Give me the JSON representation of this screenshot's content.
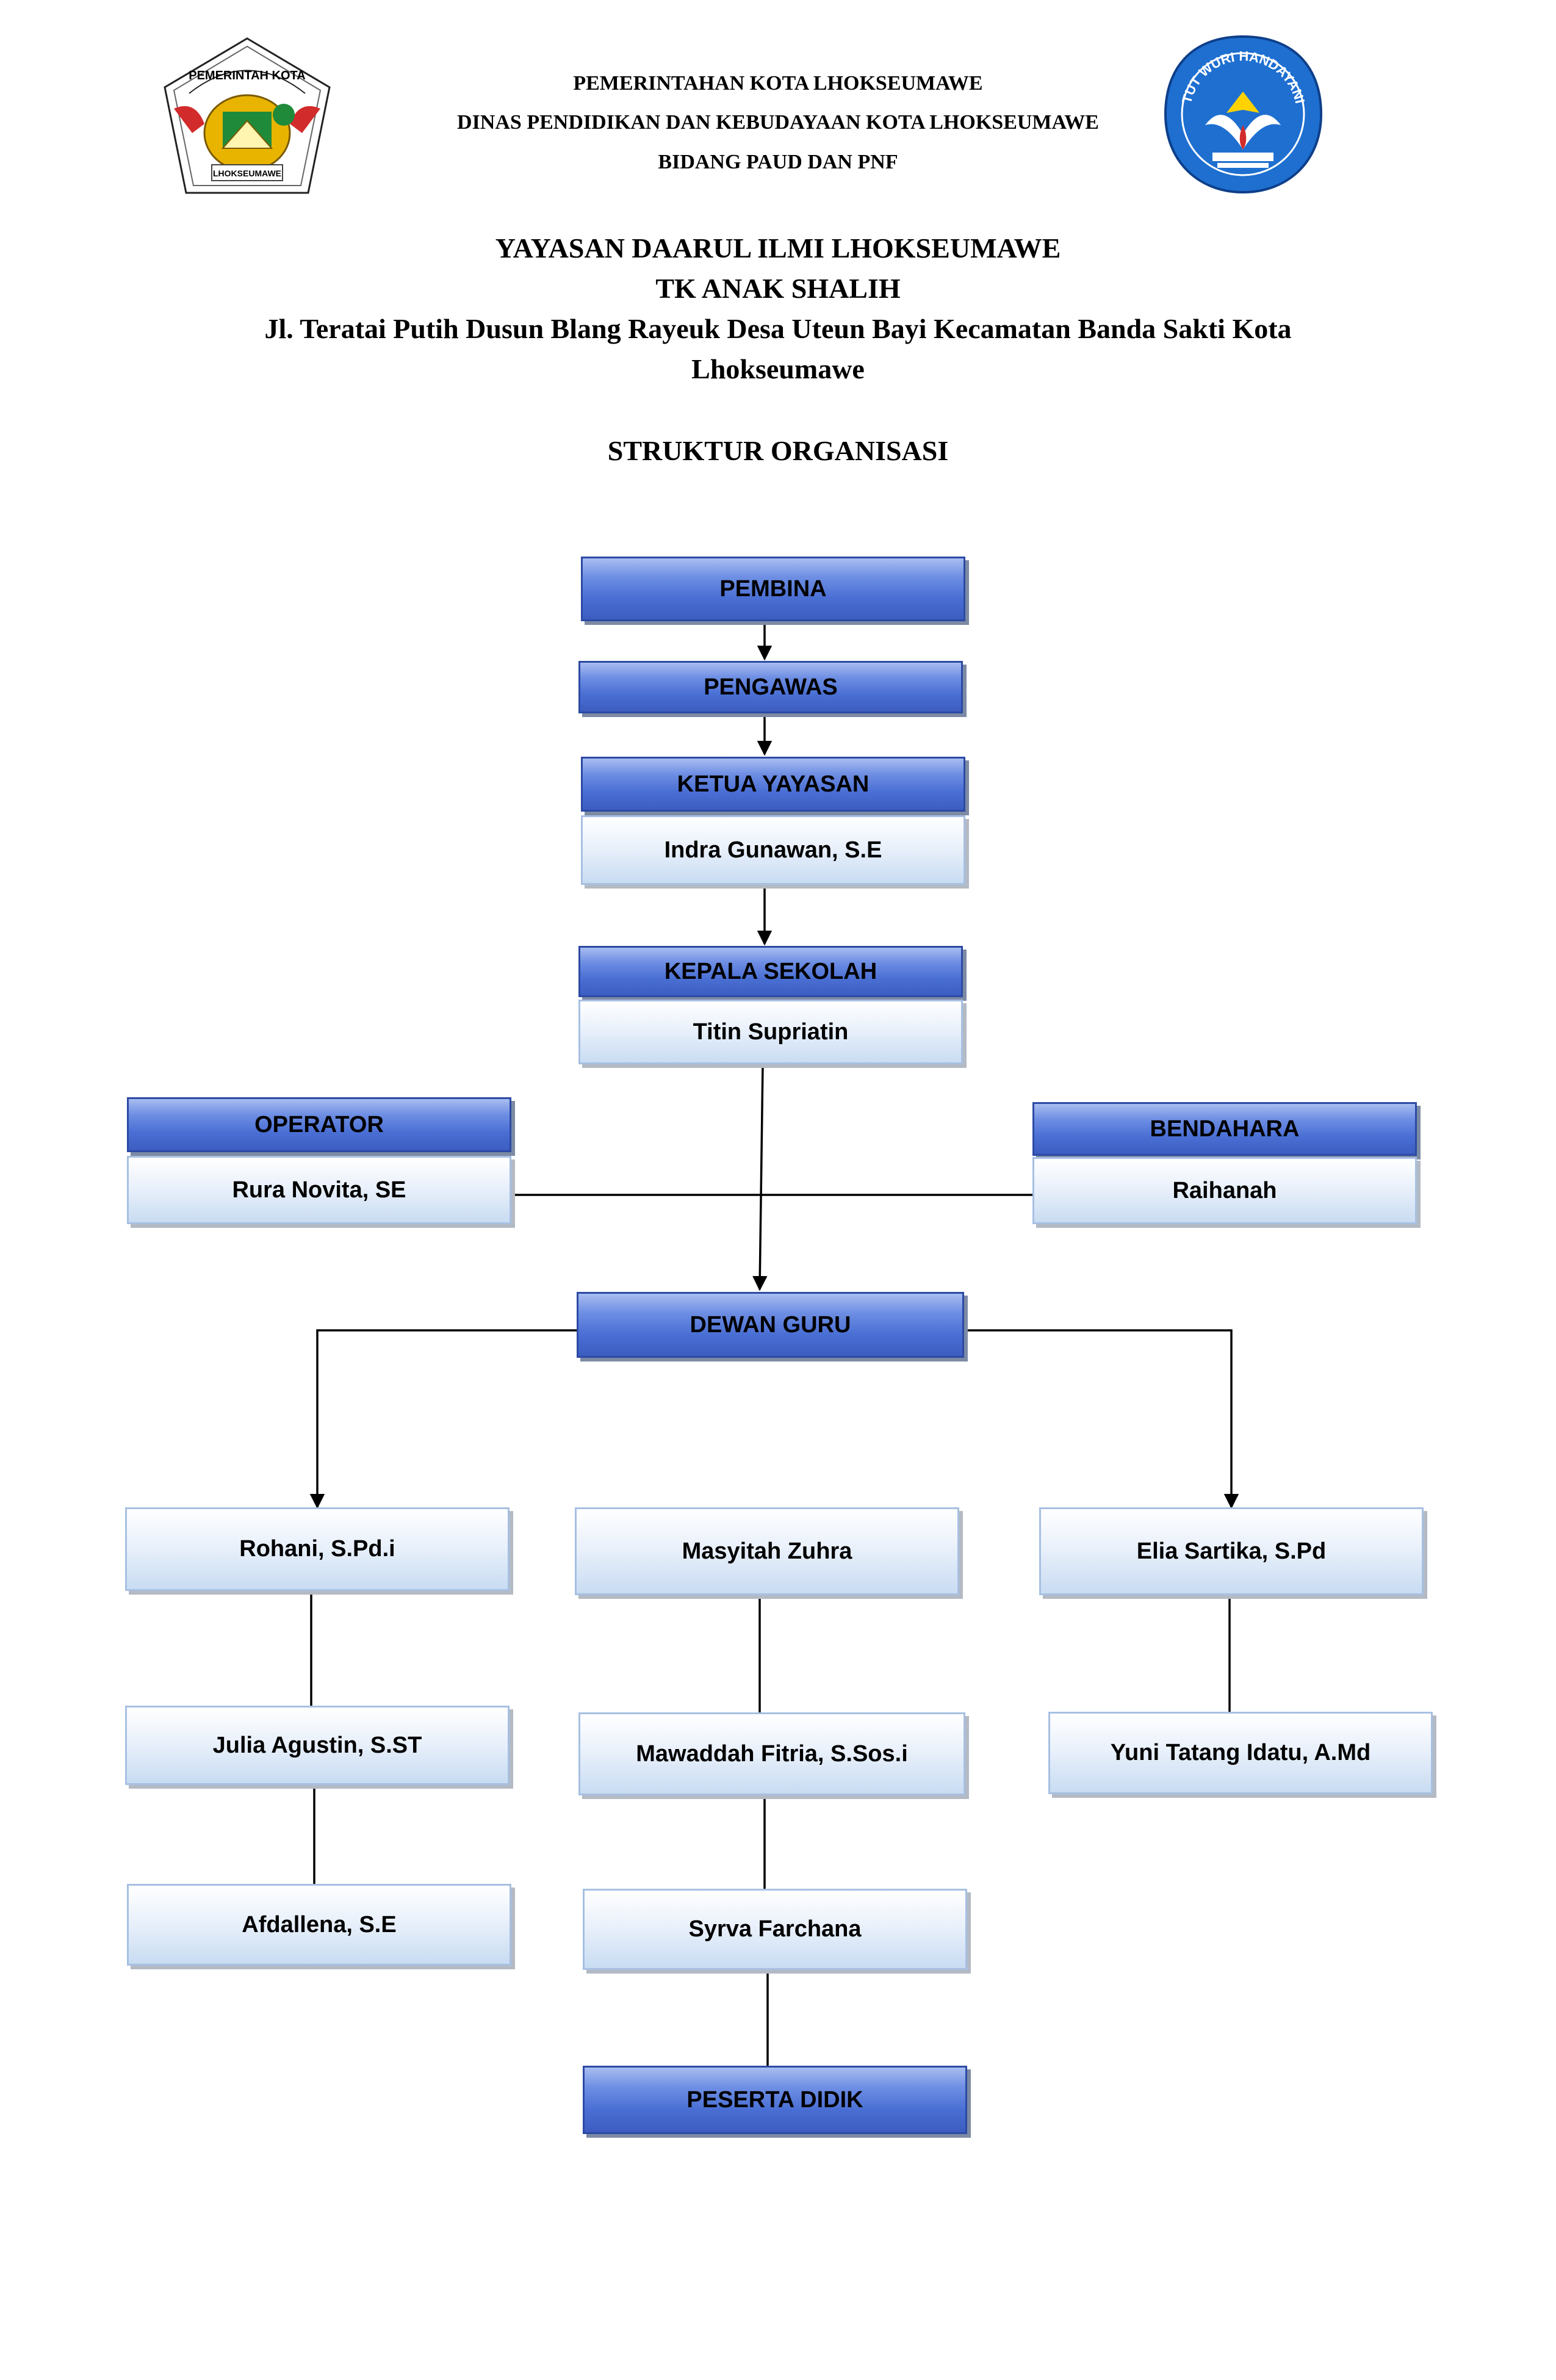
{
  "header": {
    "line1": "PEMERINTAHAN KOTA LHOKSEUMAWE",
    "line2": "DINAS PENDIDIKAN DAN KEBUDAYAAN KOTA LHOKSEUMAWE",
    "line3": "BIDANG PAUD DAN PNF",
    "org_name": "YAYASAN DAARUL ILMI LHOKSEUMAWE",
    "school": "TK ANAK SHALIH",
    "address_line1": "Jl. Teratai Putih Dusun Blang Rayeuk Desa Uteun Bayi Kecamatan Banda Sakti Kota",
    "address_line2": "Lhokseumawe",
    "doc_title": "STRUKTUR ORGANISASI"
  },
  "logos": {
    "left_logo_text": "PEMERINTAH KOTA",
    "left_logo_bottom": "LHOKSEUMAWE",
    "right_logo_text": "TUT WURI HANDAYANI",
    "colors": {
      "right_logo_blue": "#1e6fd0",
      "left_logo_red": "#d22b2b",
      "left_logo_gold": "#e8b400",
      "left_logo_green": "#1f8a3a"
    }
  },
  "chart": {
    "pembina": "PEMBINA",
    "pengawas": "PENGAWAS",
    "ketua_title": "KETUA YAYASAN",
    "ketua_name": "Indra Gunawan, S.E",
    "kepala_title": "KEPALA SEKOLAH",
    "kepala_name": "Titin Supriatin",
    "operator_title": "OPERATOR",
    "operator_name": "Rura Novita, SE",
    "bendahara_title": "BENDAHARA",
    "bendahara_name": "Raihanah",
    "dewan_guru": "DEWAN GURU",
    "teachers": {
      "left": [
        "Rohani, S.Pd.i",
        "Julia Agustin, S.ST",
        "Afdallena, S.E"
      ],
      "center": [
        "Masyitah Zuhra",
        "Mawaddah Fitria, S.Sos.i",
        "Syrva Farchana"
      ],
      "right": [
        "Elia Sartika, S.Pd",
        "Yuni Tatang Idatu, A.Md"
      ]
    },
    "peserta_didik": "PESERTA DIDIK",
    "colors": {
      "dark_box": "#4a6fd4",
      "light_box": "#d8e6f6",
      "line": "#000000"
    }
  }
}
